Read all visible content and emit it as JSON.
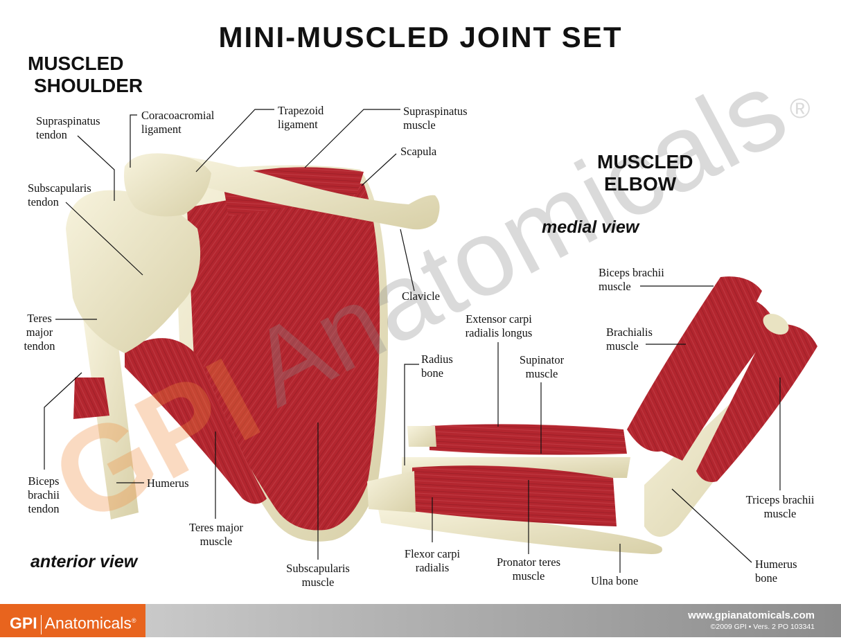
{
  "title": "MINI-MUSCLED JOINT SET",
  "shoulder": {
    "heading_line1": "MUSCLED",
    "heading_line2": "SHOULDER",
    "view": "anterior view",
    "labels": {
      "supraspinatus_tendon": [
        "Supraspinatus",
        "tendon"
      ],
      "coracoacromial_ligament": [
        "Coracoacromial",
        "ligament"
      ],
      "trapezoid_ligament": [
        "Trapezoid",
        "ligament"
      ],
      "supraspinatus_muscle": [
        "Supraspinatus",
        "muscle"
      ],
      "scapula": [
        "Scapula"
      ],
      "subscapularis_tendon": [
        "Subscapularis",
        "tendon"
      ],
      "clavicle": [
        "Clavicle"
      ],
      "teres_major_tendon": [
        "Teres",
        "major",
        "tendon"
      ],
      "biceps_brachii_tendon": [
        "Biceps",
        "brachii",
        "tendon"
      ],
      "humerus": [
        "Humerus"
      ],
      "teres_major_muscle": [
        "Teres major",
        "muscle"
      ],
      "subscapularis_muscle": [
        "Subscapularis",
        "muscle"
      ]
    }
  },
  "elbow": {
    "heading_line1": "MUSCLED",
    "heading_line2": "ELBOW",
    "view": "medial view",
    "labels": {
      "biceps_brachii_muscle": [
        "Biceps brachii",
        "muscle"
      ],
      "brachialis_muscle": [
        "Brachialis",
        "muscle"
      ],
      "extensor_carpi_radialis_longus": [
        "Extensor carpi",
        "radialis longus"
      ],
      "supinator_muscle": [
        "Supinator",
        "muscle"
      ],
      "radius_bone": [
        "Radius",
        "bone"
      ],
      "triceps_brachii_muscle": [
        "Triceps brachii",
        "muscle"
      ],
      "flexor_carpi_radialis": [
        "Flexor carpi",
        "radialis"
      ],
      "pronator_teres_muscle": [
        "Pronator teres",
        "muscle"
      ],
      "ulna_bone": [
        "Ulna bone"
      ],
      "humerus_bone": [
        "Humerus",
        "bone"
      ]
    }
  },
  "watermark": {
    "gpi": "GPI",
    "anatomicals": "Anatomicals",
    "registered": "®"
  },
  "footer": {
    "logo_bold": "GPI",
    "logo_rest": "Anatomicals",
    "logo_mark": "®",
    "website": "www.gpianatomicals.com",
    "copyright": "©2009 GPI • Vers. 2 PO 103341"
  },
  "colors": {
    "muscle": "#b3262f",
    "muscle_dark": "#7e141d",
    "bone": "#ede8cf",
    "bone_shade": "#d4cda8",
    "footer_orange": "#e8641e",
    "watermark_orange": "#f08a3c"
  }
}
